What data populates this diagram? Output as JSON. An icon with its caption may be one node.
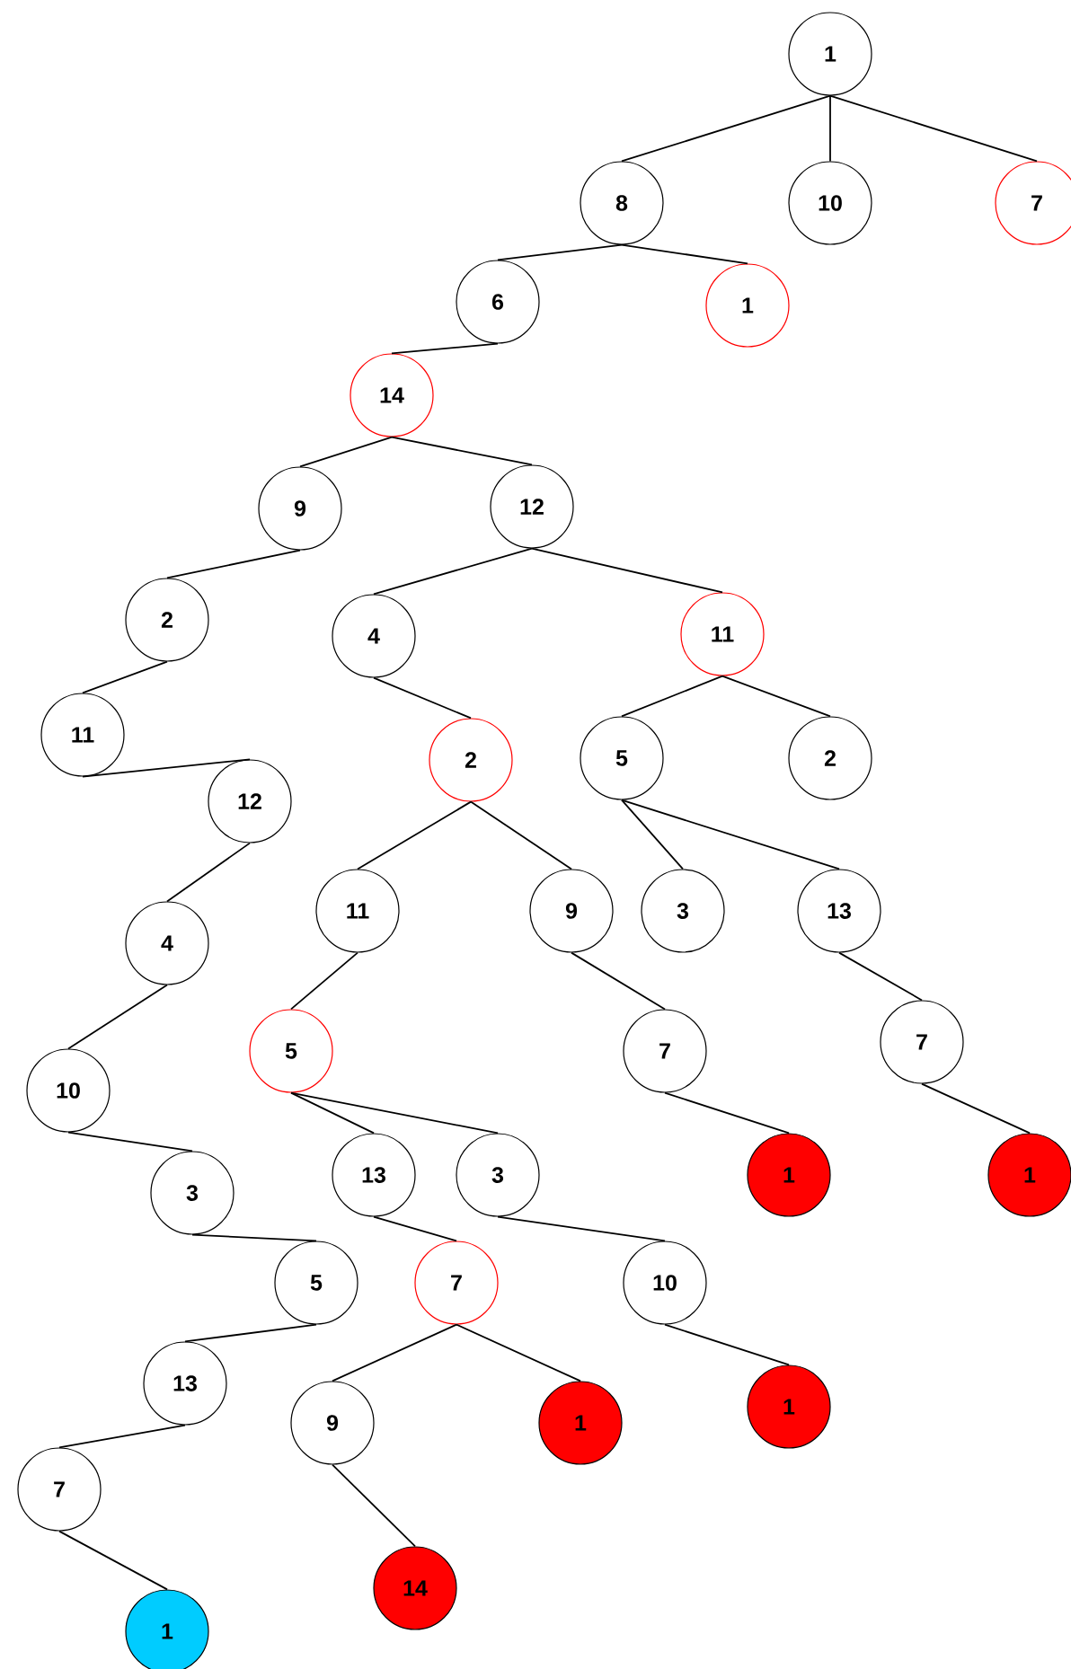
{
  "diagram": {
    "nodes": [
      {
        "text": [
          "1"
        ]
      },
      {
        "text": [
          "8"
        ]
      },
      {
        "text": [
          "10"
        ]
      },
      {
        "text": [
          "7"
        ]
      },
      {
        "text": [
          "6"
        ]
      },
      {
        "text": [
          "1"
        ]
      },
      {
        "text": [
          "14"
        ]
      },
      {
        "text": [
          "9"
        ]
      },
      {
        "text": [
          "12"
        ]
      },
      {
        "text": [
          "2"
        ]
      },
      {
        "text": [
          "4"
        ]
      },
      {
        "text": [
          "11"
        ]
      },
      {
        "text": [
          "11"
        ]
      },
      {
        "text": [
          "2"
        ]
      },
      {
        "text": [
          "5"
        ]
      },
      {
        "text": [
          "2"
        ]
      },
      {
        "text": [
          "12"
        ]
      },
      {
        "text": [
          "11"
        ]
      },
      {
        "text": [
          "9"
        ]
      },
      {
        "text": [
          "3"
        ]
      },
      {
        "text": [
          "13"
        ]
      },
      {
        "text": [
          "4"
        ]
      },
      {
        "text": [
          "5"
        ]
      },
      {
        "text": [
          "7"
        ]
      },
      {
        "text": [
          "7"
        ]
      },
      {
        "text": [
          "10"
        ]
      },
      {
        "text": [
          "13"
        ]
      },
      {
        "text": [
          "3"
        ]
      },
      {
        "text": [
          "1"
        ]
      },
      {
        "text": [
          "1"
        ]
      },
      {
        "text": [
          "3"
        ]
      },
      {
        "text": [
          "5"
        ]
      },
      {
        "text": [
          "7"
        ]
      },
      {
        "text": [
          "10"
        ]
      },
      {
        "text": [
          "13"
        ]
      },
      {
        "text": [
          "9"
        ]
      },
      {
        "text": [
          "1"
        ]
      },
      {
        "text": [
          "1"
        ]
      },
      {
        "text": [
          "7"
        ]
      },
      {
        "text": [
          "14"
        ]
      },
      {
        "text": [
          "1"
        ]
      }
    ],
    "edges": [
      {
        "from": 0,
        "to": 1,
        "arrow": "none"
      },
      {
        "from": 0,
        "to": 2,
        "arrow": "none"
      },
      {
        "from": 0,
        "to": 3,
        "arrow": "none"
      },
      {
        "from": 1,
        "to": 4,
        "arrow": "none"
      },
      {
        "from": 1,
        "to": 5,
        "arrow": "none"
      },
      {
        "from": 4,
        "to": 6,
        "arrow": "none"
      },
      {
        "from": 6,
        "to": 7,
        "arrow": "none"
      },
      {
        "from": 6,
        "to": 8,
        "arrow": "none"
      },
      {
        "from": 7,
        "to": 9,
        "arrow": "none"
      },
      {
        "from": 8,
        "to": 10,
        "arrow": "none"
      },
      {
        "from": 8,
        "to": 11,
        "arrow": "none"
      },
      {
        "from": 9,
        "to": 12,
        "arrow": "none"
      },
      {
        "from": 10,
        "to": 13,
        "arrow": "none"
      },
      {
        "from": 11,
        "to": 14,
        "arrow": "none"
      },
      {
        "from": 11,
        "to": 15,
        "arrow": "none"
      },
      {
        "from": 12,
        "to": 16,
        "arrow": "none"
      },
      {
        "from": 13,
        "to": 17,
        "arrow": "none"
      },
      {
        "from": 13,
        "to": 18,
        "arrow": "none"
      },
      {
        "from": 14,
        "to": 19,
        "arrow": "none"
      },
      {
        "from": 14,
        "to": 20,
        "arrow": "none"
      },
      {
        "from": 16,
        "to": 21,
        "arrow": "none"
      },
      {
        "from": 17,
        "to": 22,
        "arrow": "none"
      },
      {
        "from": 18,
        "to": 23,
        "arrow": "none"
      },
      {
        "from": 20,
        "to": 24,
        "arrow": "none"
      },
      {
        "from": 21,
        "to": 25,
        "arrow": "none"
      },
      {
        "from": 22,
        "to": 26,
        "arrow": "none"
      },
      {
        "from": 22,
        "to": 27,
        "arrow": "none"
      },
      {
        "from": 23,
        "to": 28,
        "arrow": "none"
      },
      {
        "from": 24,
        "to": 29,
        "arrow": "none"
      },
      {
        "from": 25,
        "to": 30,
        "arrow": "none"
      },
      {
        "from": 30,
        "to": 31,
        "arrow": "none"
      },
      {
        "from": 26,
        "to": 32,
        "arrow": "none"
      },
      {
        "from": 27,
        "to": 33,
        "arrow": "none"
      },
      {
        "from": 31,
        "to": 34,
        "arrow": "none"
      },
      {
        "from": 32,
        "to": 35,
        "arrow": "none"
      },
      {
        "from": 32,
        "to": 36,
        "arrow": "none"
      },
      {
        "from": 33,
        "to": 37,
        "arrow": "none"
      },
      {
        "from": 34,
        "to": 38,
        "arrow": "none"
      },
      {
        "from": 35,
        "to": 39,
        "arrow": "none"
      },
      {
        "from": 38,
        "to": 40,
        "arrow": "none"
      }
    ]
  }
}
